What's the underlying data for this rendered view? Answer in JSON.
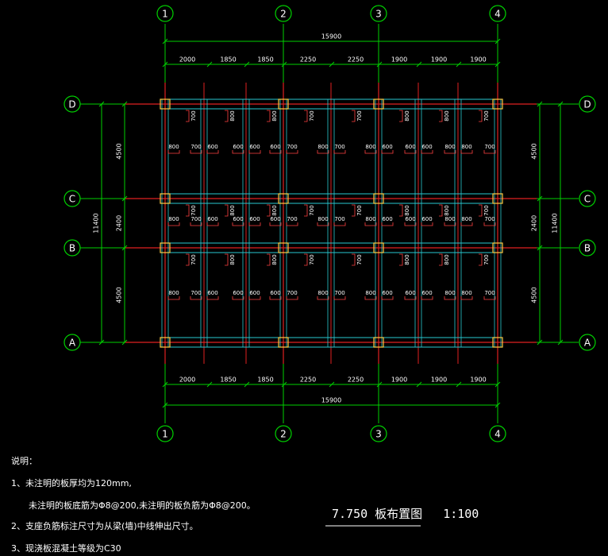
{
  "colors": {
    "background": "#000000",
    "grid_line": "#e02020",
    "axis_line": "#00d000",
    "beam_line": "#27c9d0",
    "annotation": "#ff4040",
    "text": "#ffffff",
    "column": "#ffcc44"
  },
  "grid_x": [
    "1",
    "2",
    "3",
    "4"
  ],
  "grid_y": [
    "D",
    "C",
    "B",
    "A"
  ],
  "dimensions": {
    "top_total": "15900",
    "bottom_total": "15900",
    "top_segments": [
      "2000",
      "1850",
      "1850",
      "2250",
      "2250",
      "1900",
      "1900",
      "1900"
    ],
    "bottom_segments": [
      "2000",
      "1850",
      "1850",
      "2250",
      "2250",
      "1900",
      "1900",
      "1900"
    ],
    "left_segments": [
      "4500",
      "2400",
      "4500"
    ],
    "left_total": "11400",
    "right_segments": [
      "4500",
      "2400",
      "4500"
    ],
    "right_total": "11400"
  },
  "rebar_labels": {
    "row_labels": [
      "800",
      "700",
      "600",
      "600",
      "600",
      "600",
      "700",
      "800",
      "700",
      "800",
      "600",
      "600",
      "600",
      "800"
    ],
    "vertical_labels": [
      "700",
      "800",
      "800",
      "700",
      "700",
      "800",
      "800",
      "700"
    ]
  },
  "notes": {
    "heading": "说明：",
    "line1": "1、未注明的板厚均为120mm,",
    "line2": "未注明的板底筋为Φ8@200,未注明的板负筋为Φ8@200。",
    "line3": "2、支座负筋标注尺寸为从梁(墙)中线伸出尺寸。",
    "line4": "3、现浇板混凝土等级为C30"
  },
  "title": {
    "name": "7.750 板布置图",
    "scale": "1:100"
  }
}
